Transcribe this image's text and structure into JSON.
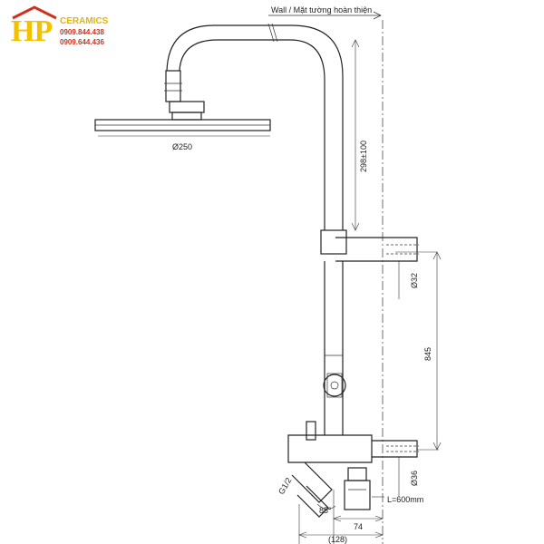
{
  "logo": {
    "brand": "HP",
    "name": "CERAMICS",
    "phone_1": "0909.844.438",
    "phone_2": "0909.644.436"
  },
  "labels": {
    "wall": "Wall / Mặt tường hoàn thiện",
    "head_diameter": "Ø250",
    "riser_height": "298±100",
    "bar_diameter": "Ø32",
    "mixer_height": "845",
    "spout_diameter": "Ø36",
    "inlet_thread": "G1/2",
    "angle": "85°",
    "hose_length": "L=600mm",
    "offset_74": "74",
    "offset_128": "(128)"
  },
  "colors": {
    "line": "#222222",
    "logo_gold": "#f2c200",
    "logo_red": "#d0301e"
  }
}
